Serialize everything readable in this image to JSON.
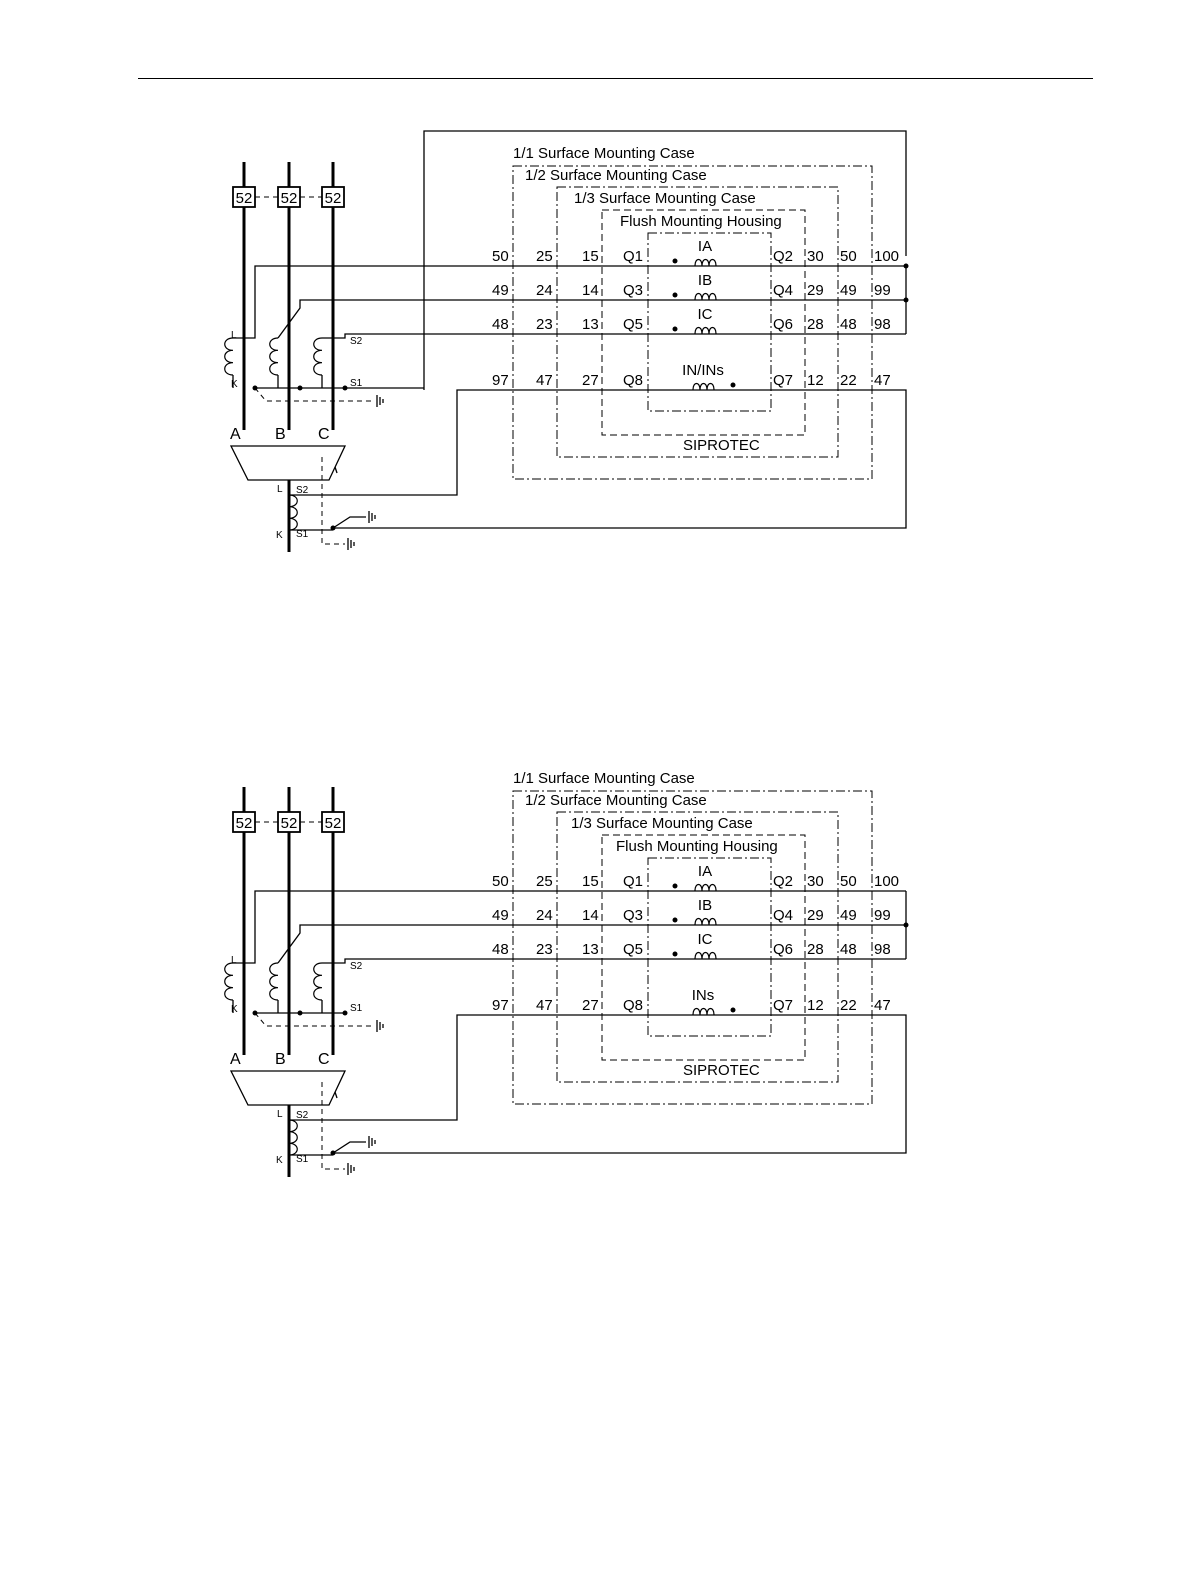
{
  "diagrams": [
    {
      "enclosures": {
        "full": "1/1 Surface Mounting Case",
        "half": "1/2 Surface Mounting Case",
        "third": "1/3 Surface Mounting Case",
        "flush": "Flush Mounting Housing"
      },
      "device": "SIPROTEC",
      "breaker": "52",
      "phases": [
        "A",
        "B",
        "C"
      ],
      "ct_marks": {
        "L": "L",
        "K": "K",
        "S1": "S1",
        "S2": "S2"
      },
      "rows": [
        {
          "left": [
            "50",
            "25",
            "15",
            "Q1"
          ],
          "input": "IA",
          "right": [
            "Q2",
            "30",
            "50",
            "100"
          ]
        },
        {
          "left": [
            "49",
            "24",
            "14",
            "Q3"
          ],
          "input": "IB",
          "right": [
            "Q4",
            "29",
            "49",
            "99"
          ]
        },
        {
          "left": [
            "48",
            "23",
            "13",
            "Q5"
          ],
          "input": "IC",
          "right": [
            "Q6",
            "28",
            "48",
            "98"
          ]
        },
        {
          "left": [
            "97",
            "47",
            "27",
            "Q8"
          ],
          "input": "IN/INs",
          "right": [
            "Q7",
            "12",
            "22",
            "47"
          ]
        }
      ]
    },
    {
      "enclosures": {
        "full": "1/1 Surface Mounting Case",
        "half": "1/2 Surface Mounting Case",
        "third": "1/3 Surface Mounting Case",
        "flush": "Flush Mounting Housing"
      },
      "device": "SIPROTEC",
      "breaker": "52",
      "phases": [
        "A",
        "B",
        "C"
      ],
      "ct_marks": {
        "L": "L",
        "K": "K",
        "S1": "S1",
        "S2": "S2"
      },
      "rows": [
        {
          "left": [
            "50",
            "25",
            "15",
            "Q1"
          ],
          "input": "IA",
          "right": [
            "Q2",
            "30",
            "50",
            "100"
          ]
        },
        {
          "left": [
            "49",
            "24",
            "14",
            "Q3"
          ],
          "input": "IB",
          "right": [
            "Q4",
            "29",
            "49",
            "99"
          ]
        },
        {
          "left": [
            "48",
            "23",
            "13",
            "Q5"
          ],
          "input": "IC",
          "right": [
            "Q6",
            "28",
            "48",
            "98"
          ]
        },
        {
          "left": [
            "97",
            "47",
            "27",
            "Q8"
          ],
          "input": "INs",
          "right": [
            "Q7",
            "12",
            "22",
            "47"
          ]
        }
      ]
    }
  ]
}
